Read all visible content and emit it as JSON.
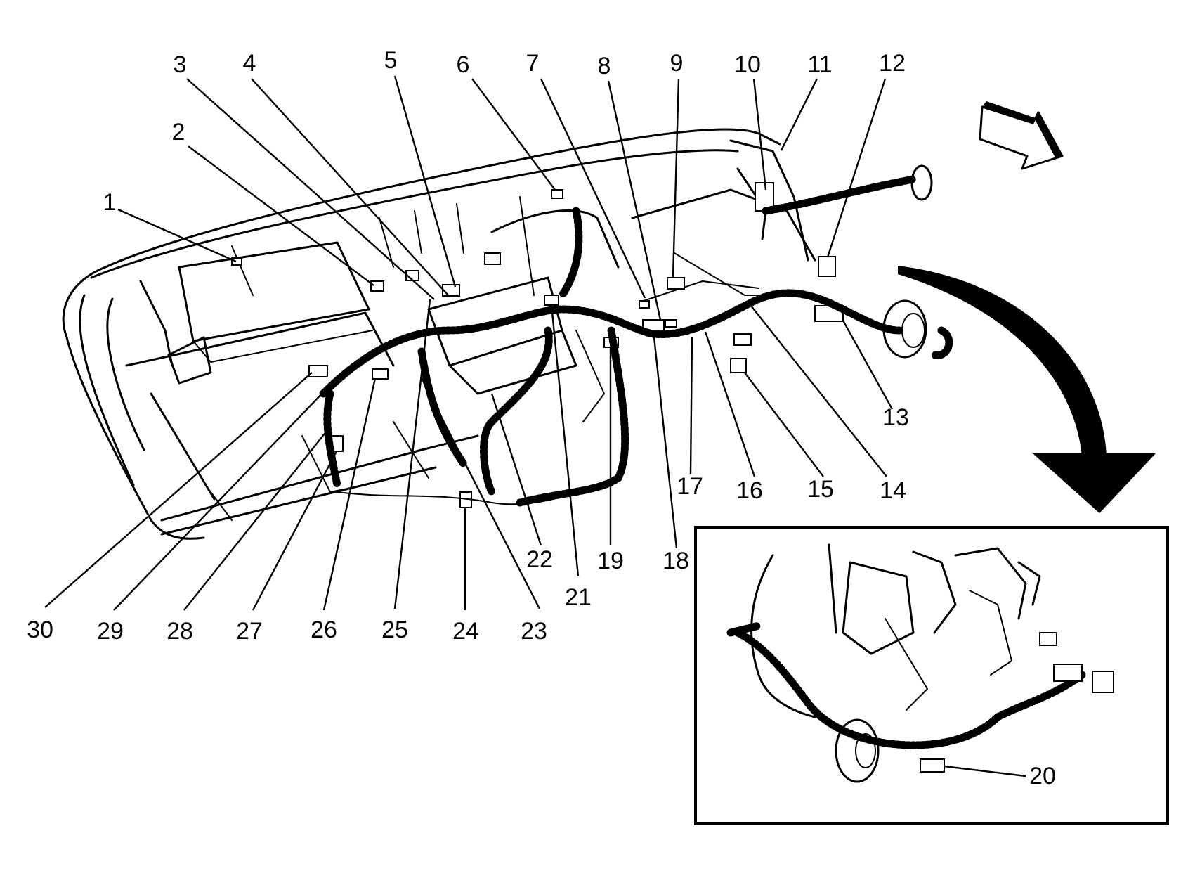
{
  "callouts": [
    {
      "id": "1",
      "label": "1"
    },
    {
      "id": "2",
      "label": "2"
    },
    {
      "id": "3",
      "label": "3"
    },
    {
      "id": "4",
      "label": "4"
    },
    {
      "id": "5",
      "label": "5"
    },
    {
      "id": "6",
      "label": "6"
    },
    {
      "id": "7",
      "label": "7"
    },
    {
      "id": "8",
      "label": "8"
    },
    {
      "id": "9",
      "label": "9"
    },
    {
      "id": "10",
      "label": "10"
    },
    {
      "id": "11",
      "label": "11"
    },
    {
      "id": "12",
      "label": "12"
    },
    {
      "id": "13",
      "label": "13"
    },
    {
      "id": "14",
      "label": "14"
    },
    {
      "id": "15",
      "label": "15"
    },
    {
      "id": "16",
      "label": "16"
    },
    {
      "id": "17",
      "label": "17"
    },
    {
      "id": "18",
      "label": "18"
    },
    {
      "id": "19",
      "label": "19"
    },
    {
      "id": "20",
      "label": "20"
    },
    {
      "id": "21",
      "label": "21"
    },
    {
      "id": "22",
      "label": "22"
    },
    {
      "id": "23",
      "label": "23"
    },
    {
      "id": "24",
      "label": "24"
    },
    {
      "id": "25",
      "label": "25"
    },
    {
      "id": "26",
      "label": "26"
    },
    {
      "id": "27",
      "label": "27"
    },
    {
      "id": "28",
      "label": "28"
    },
    {
      "id": "29",
      "label": "29"
    },
    {
      "id": "30",
      "label": "30"
    }
  ],
  "icons": {
    "direction_arrow": "forward-direction-arrow-icon",
    "detail_arrow": "detail-view-arrow-icon"
  },
  "colors": {
    "ink": "#000000",
    "background": "#ffffff"
  }
}
